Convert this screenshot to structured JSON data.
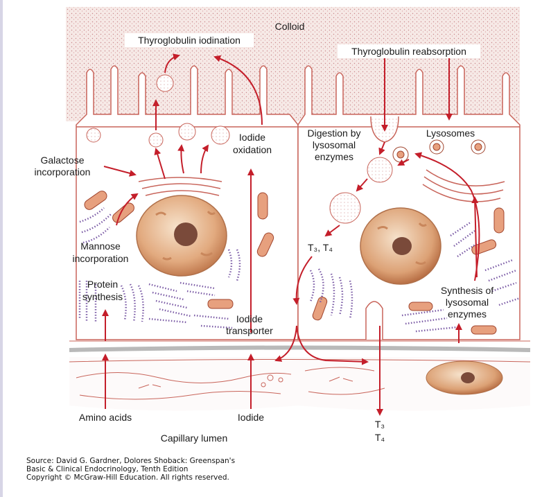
{
  "labels": {
    "colloid": "Colloid",
    "thyroglobulin_iodination": "Thyroglobulin iodination",
    "thyroglobulin_reabsorption": "Thyroglobulin reabsorption",
    "galactose_1": "Galactose",
    "galactose_2": "incorporation",
    "iodide_oxidation_1": "Iodide",
    "iodide_oxidation_2": "oxidation",
    "digestion_1": "Digestion by",
    "digestion_2": "lysosomal",
    "digestion_3": "enzymes",
    "lysosomes": "Lysosomes",
    "mannose_1": "Mannose",
    "mannose_2": "incorporation",
    "t3_t4_inner": "T₃, T₄",
    "protein_synthesis_1": "Protein",
    "protein_synthesis_2": "synthesis",
    "iodide_transporter_1": "Iodide",
    "iodide_transporter_2": "transporter",
    "synthesis_lys_1": "Synthesis of",
    "synthesis_lys_2": "lysosomal",
    "synthesis_lys_3": "enzymes",
    "amino_acids": "Amino acids",
    "iodide": "Iodide",
    "capillary_lumen": "Capillary lumen",
    "t3_out": "T₃",
    "t4_out": "T₄"
  },
  "source": {
    "line1": "Source: David G. Gardner, Dolores Shoback: Greenspan's",
    "line2": "Basic & Clinical Endocrinology, Tenth Edition",
    "line3": "Copyright © McGraw-Hill Education. All rights reserved."
  },
  "colors": {
    "arrow": "#c41e2a",
    "outline": "#c8645a",
    "colloid_bg": "#f4e4e0",
    "er": "#7a5aa5",
    "nucleus_light": "#f3d6b8",
    "nucleus_dark": "#c98a5c",
    "nucleolus": "#7a4a3a"
  }
}
